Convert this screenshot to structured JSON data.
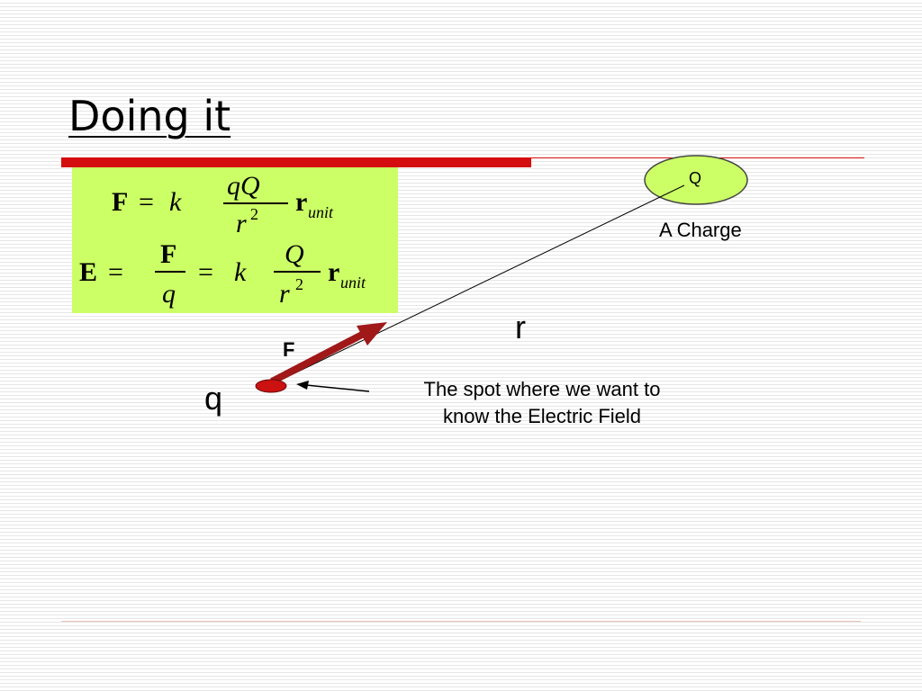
{
  "slide": {
    "title": "Doing it"
  },
  "formulas": {
    "force": {
      "lhs": "F",
      "equals": "=",
      "coef": "k",
      "numerator": "qQ",
      "denominator": "r",
      "exponent": "2",
      "unit_vector": "r",
      "unit_subscript": "unit"
    },
    "field": {
      "lhs": "E",
      "equals_1": "=",
      "frac_numerator": "F",
      "frac_denominator": "q",
      "equals_2": "=",
      "coef": "k",
      "numerator": "Q",
      "denominator": "r",
      "exponent": "2",
      "unit_vector": "r",
      "unit_subscript": "unit"
    }
  },
  "diagram": {
    "source_charge_label": "Q",
    "source_charge_caption": "A Charge",
    "distance_label": "r",
    "test_charge_label": "q",
    "force_label": "F",
    "spot_caption": "The spot where we want to know the Electric Field"
  },
  "colors": {
    "accent_red": "#d40e0e",
    "formula_background": "#ccff66",
    "source_charge_fill": "#ccff66",
    "force_arrow": "#a01818",
    "test_charge_fill": "#cc1111"
  }
}
